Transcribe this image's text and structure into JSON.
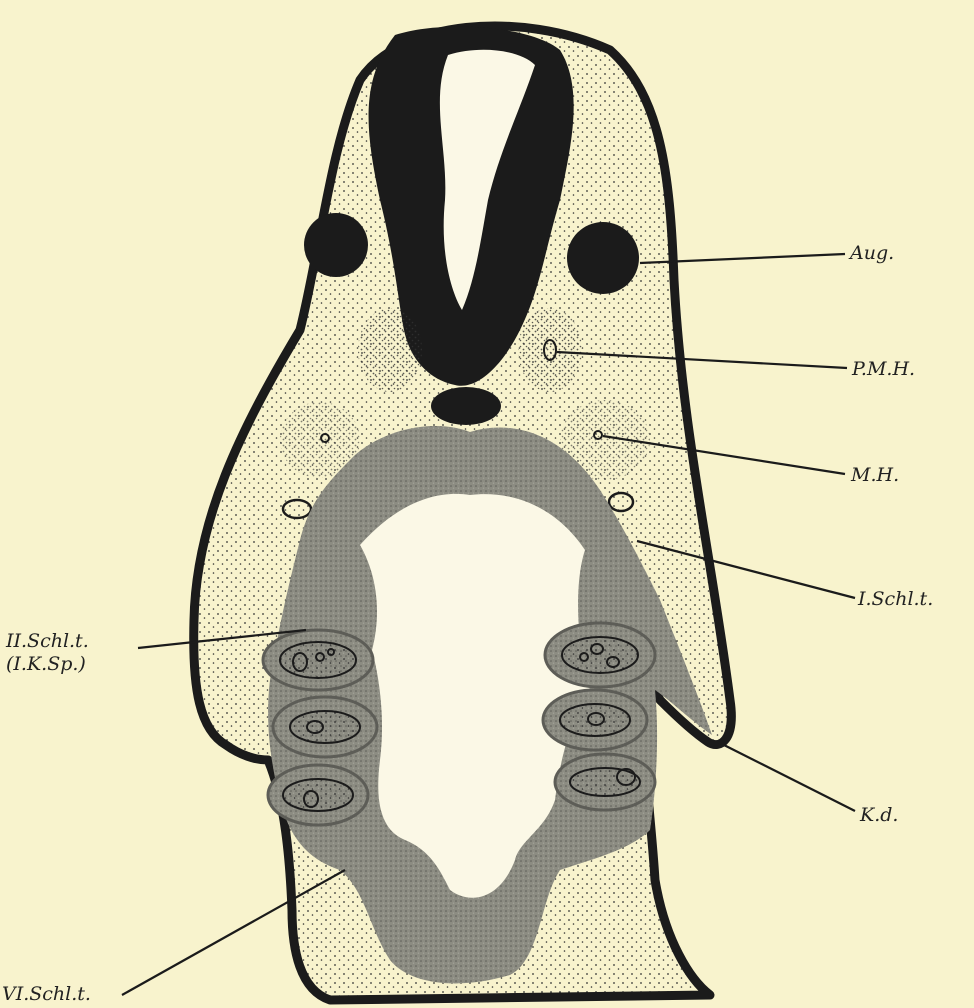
{
  "labels": {
    "aug": "Aug.",
    "pmh": "P.M.H.",
    "mh": "M.H.",
    "i_schl": "I.Schl.t.",
    "ii_schl": "II.Schl.t.",
    "ii_schl_sub": "(I.K.Sp.)",
    "kd": "K.d.",
    "vi_schl": "VI.Schl.t."
  },
  "colors": {
    "paper": "#f8f3cd",
    "ink": "#1b1b1b",
    "mesenchyme": "#efe9c4",
    "endoderm": "#8a8a80",
    "endoderm_dark": "#6f6f68",
    "lumen": "#fbf8e6"
  }
}
